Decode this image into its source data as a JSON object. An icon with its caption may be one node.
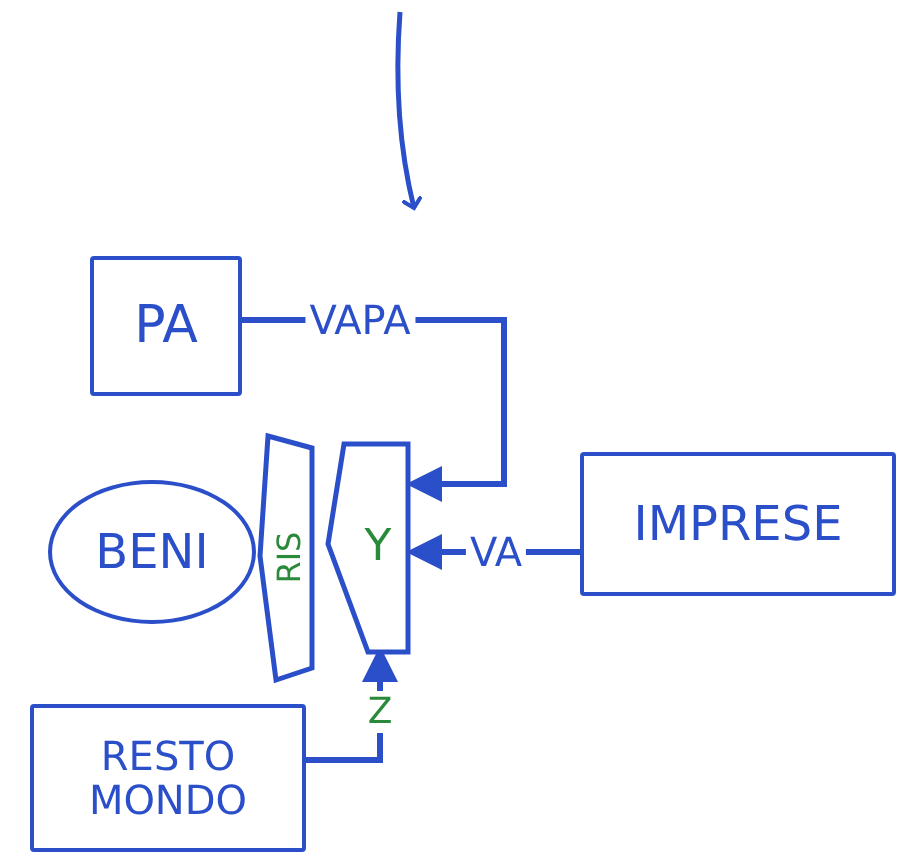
{
  "diagram": {
    "nodes": [
      {
        "text": [
          "PA"
        ]
      },
      {
        "text": [
          "BENI"
        ]
      },
      {
        "text": [
          "RIS"
        ]
      },
      {
        "text": [
          "Y"
        ]
      },
      {
        "text": [
          "IMPRESE"
        ]
      },
      {
        "text": [
          "RESTO MONDO"
        ]
      }
    ],
    "edges": [
      {
        "from": 0,
        "to": 3,
        "arrow": "to",
        "label": "VAPA"
      },
      {
        "from": 4,
        "to": 3,
        "arrow": "to",
        "label": "VA"
      },
      {
        "from": 5,
        "to": 3,
        "arrow": "to",
        "label": "Z"
      }
    ]
  }
}
